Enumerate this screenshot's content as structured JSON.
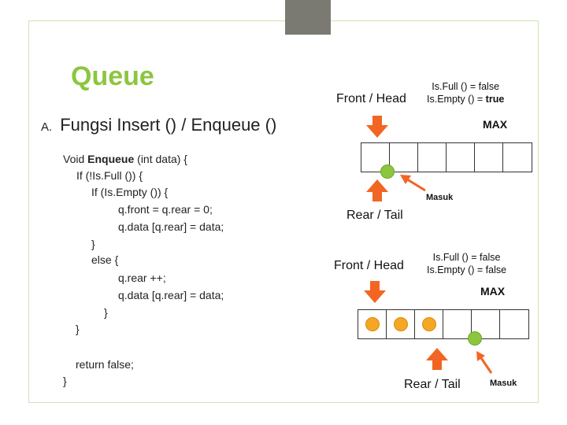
{
  "slide": {
    "title": "Queue",
    "section_number": "A.",
    "section_title": "Fungsi Insert () / Enqueue ()"
  },
  "code": {
    "l1_a": "Void ",
    "l1_b": "Enqueue",
    "l1_c": " (int data)  {",
    "l2": "If (!Is.Full ()) {",
    "l3": "If (Is.Empty ()) {",
    "l4": "q.front = q.rear = 0;",
    "l5": "q.data [q.rear] = data;",
    "l6": "}",
    "l7": "else {",
    "l8": "q.rear ++;",
    "l9": "q.data [q.rear] = data;",
    "l10": "}",
    "l11": "}",
    "l12": "return false;",
    "l13": "}"
  },
  "diagram_top": {
    "front_label": "Front / Head",
    "status_full": "Is.Full () = false",
    "status_empty_prefix": "Is.Empty () = ",
    "status_empty_value": "true",
    "max_label": "MAX",
    "rear_label": "Rear / Tail",
    "masuk_label": "Masuk",
    "cells": [
      false,
      false,
      false,
      false,
      false,
      false
    ]
  },
  "diagram_bottom": {
    "front_label": "Front / Head",
    "status_full": "Is.Full () = false",
    "status_empty": "Is.Empty () = false",
    "max_label": "MAX",
    "rear_label": "Rear / Tail",
    "masuk_label": "Masuk",
    "cells": [
      true,
      true,
      true,
      false,
      false,
      false
    ]
  },
  "colors": {
    "accent": "#8cc63f",
    "arrow": "#f26522",
    "element": "#f5a623"
  }
}
